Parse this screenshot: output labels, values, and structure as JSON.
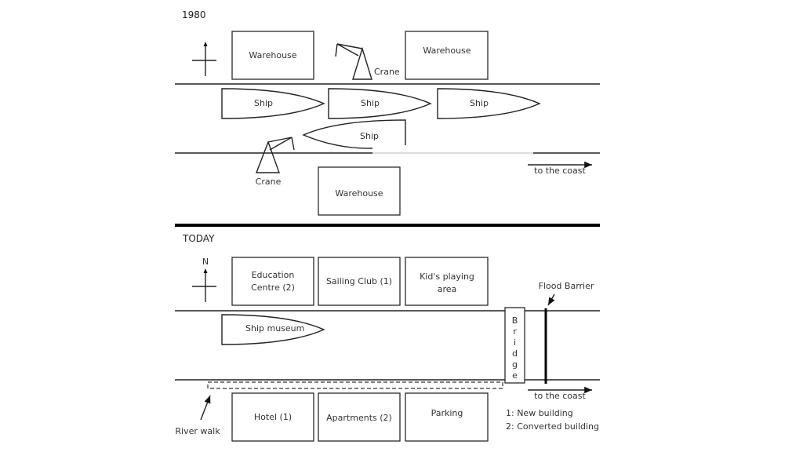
{
  "sections": {
    "past": {
      "title": "1980",
      "warehouses": [
        "Warehouse",
        "Warehouse",
        "Warehouse"
      ],
      "ships": [
        "Ship",
        "Ship",
        "Ship",
        "Ship"
      ],
      "cranes": [
        "Crane",
        "Crane"
      ],
      "direction": "to the coast"
    },
    "today": {
      "title": "TODAY",
      "compass": "N",
      "north_buildings": [
        {
          "line1": "Education",
          "line2": "Centre (2)"
        },
        {
          "line1": "Sailing Club (1)",
          "line2": ""
        },
        {
          "line1": "Kid's playing",
          "line2": "area"
        }
      ],
      "south_buildings": [
        "Hotel (1)",
        "Apartments (2)",
        "Parking"
      ],
      "ship_museum": "Ship museum",
      "bridge_letters": [
        "B",
        "r",
        "i",
        "d",
        "g",
        "e"
      ],
      "flood_barrier": "Flood Barrier",
      "river_walk": "River walk",
      "direction": "to the coast",
      "legend": [
        "1: New building",
        "2: Converted building"
      ]
    }
  }
}
